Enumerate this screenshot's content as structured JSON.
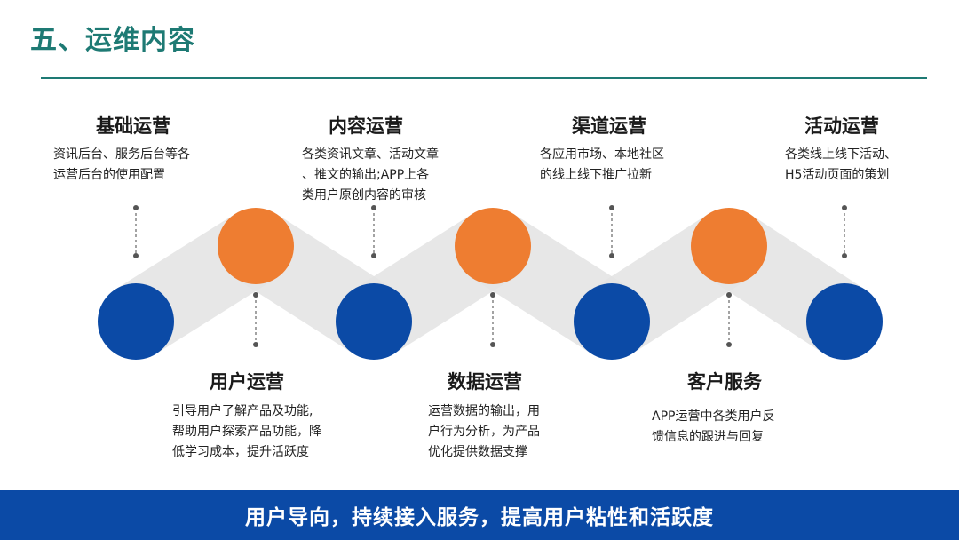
{
  "page": {
    "title": "五、运维内容"
  },
  "colors": {
    "accent": "#1e7a74",
    "blue_node": "#0b4aa6",
    "orange_node": "#ee7d31",
    "band": "#e3e3e3",
    "banner": "#0b4aa6"
  },
  "items": [
    {
      "title": "基础运营",
      "desc": "资讯后台、服务后台等各\n运营后台的使用配置",
      "node": "blue"
    },
    {
      "title": "用户运营",
      "desc": "引导用户了解产品及功能,\n帮助用户探索产品功能，降\n低学习成本，提升活跃度",
      "node": "orange"
    },
    {
      "title": "内容运营",
      "desc": "各类资讯文章、活动文章\n、推文的输出;APP上各\n类用户原创内容的审核",
      "node": "blue"
    },
    {
      "title": "数据运营",
      "desc": "运营数据的输出，用\n户行为分析，为产品\n优化提供数据支撑",
      "node": "orange"
    },
    {
      "title": "渠道运营",
      "desc": "各应用市场、本地社区\n的线上线下推广拉新",
      "node": "blue"
    },
    {
      "title": "客户服务",
      "desc": "APP运营中各类用户反\n馈信息的跟进与回复",
      "node": "orange"
    },
    {
      "title": "活动运营",
      "desc": "各类线上线下活动、\nH5活动页面的策划",
      "node": "blue"
    }
  ],
  "banner": {
    "text": "用户导向，持续接入服务，提高用户粘性和活跃度"
  }
}
